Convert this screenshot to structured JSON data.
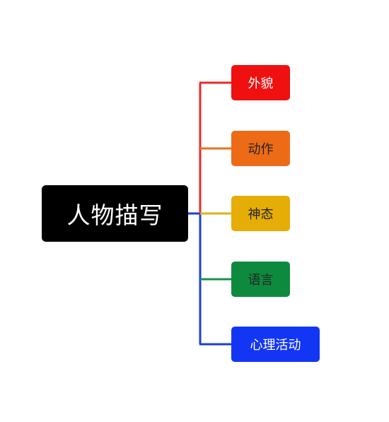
{
  "root": {
    "label": "人物描写",
    "color": "#000000",
    "text_color": "#ffffff"
  },
  "branches": [
    {
      "label": "外貌",
      "color": "#ef1010",
      "text_color": "#ffffff",
      "line_color": "#e82a2a"
    },
    {
      "label": "动作",
      "color": "#ed6a17",
      "text_color": "#222222",
      "line_color": "#e8701f"
    },
    {
      "label": "神态",
      "color": "#e6ad07",
      "text_color": "#222222",
      "line_color": "#e2b01a"
    },
    {
      "label": "语言",
      "color": "#0e8a3f",
      "text_color": "#222222",
      "line_color": "#16924a"
    },
    {
      "label": "心理活动",
      "color": "#1336f5",
      "text_color": "#ffffff",
      "line_color": "#1d3fd6"
    }
  ]
}
